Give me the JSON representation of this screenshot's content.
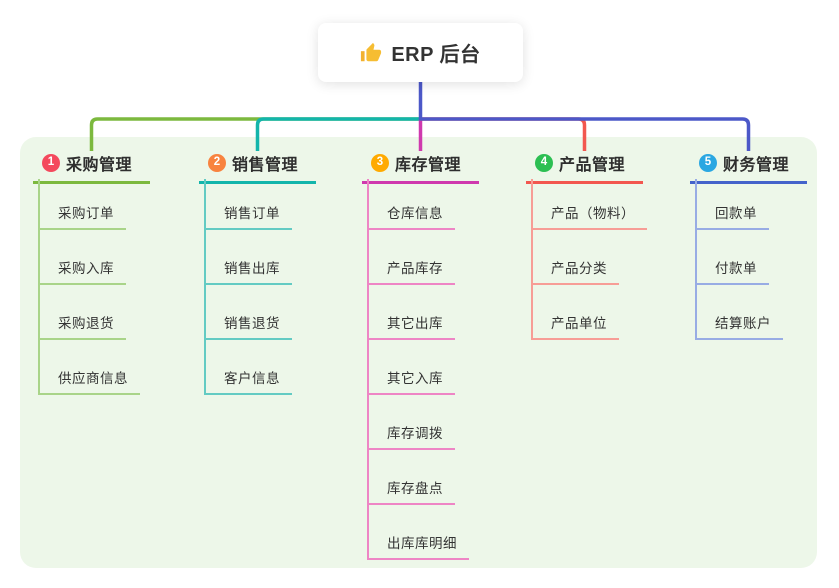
{
  "canvas": {
    "background": "#ffffff",
    "panel_color": "#edf7e9",
    "connector_color": "#4c58c8",
    "text_color": "#333333"
  },
  "root": {
    "title": "ERP 后台",
    "icon": "thumbs-up-icon",
    "icon_color": "#f2b12e"
  },
  "branches": [
    {
      "number": "1",
      "label": "采购管理",
      "badge_color": "#f4495d",
      "line_color": "#7cb93e",
      "child_line_color": "#a9d489",
      "children": [
        "采购订单",
        "采购入库",
        "采购退货",
        "供应商信息"
      ]
    },
    {
      "number": "2",
      "label": "销售管理",
      "badge_color": "#f8833f",
      "line_color": "#13b5ab",
      "child_line_color": "#63cbc3",
      "children": [
        "销售订单",
        "销售出库",
        "销售退货",
        "客户信息"
      ]
    },
    {
      "number": "3",
      "label": "库存管理",
      "badge_color": "#ffaa00",
      "line_color": "#cf39ae",
      "child_line_color": "#ee85c5",
      "children": [
        "仓库信息",
        "产品库存",
        "其它出库",
        "其它入库",
        "库存调拨",
        "库存盘点",
        "出库库明细"
      ]
    },
    {
      "number": "4",
      "label": "产品管理",
      "badge_color": "#2cbf52",
      "line_color": "#f2574f",
      "child_line_color": "#f79d96",
      "children": [
        "产品（物料）",
        "产品分类",
        "产品单位"
      ]
    },
    {
      "number": "5",
      "label": "财务管理",
      "badge_color": "#2aa7e2",
      "line_color": "#4463cb",
      "child_line_color": "#98ace4",
      "children": [
        "回款单",
        "付款单",
        "结算账户"
      ]
    }
  ]
}
